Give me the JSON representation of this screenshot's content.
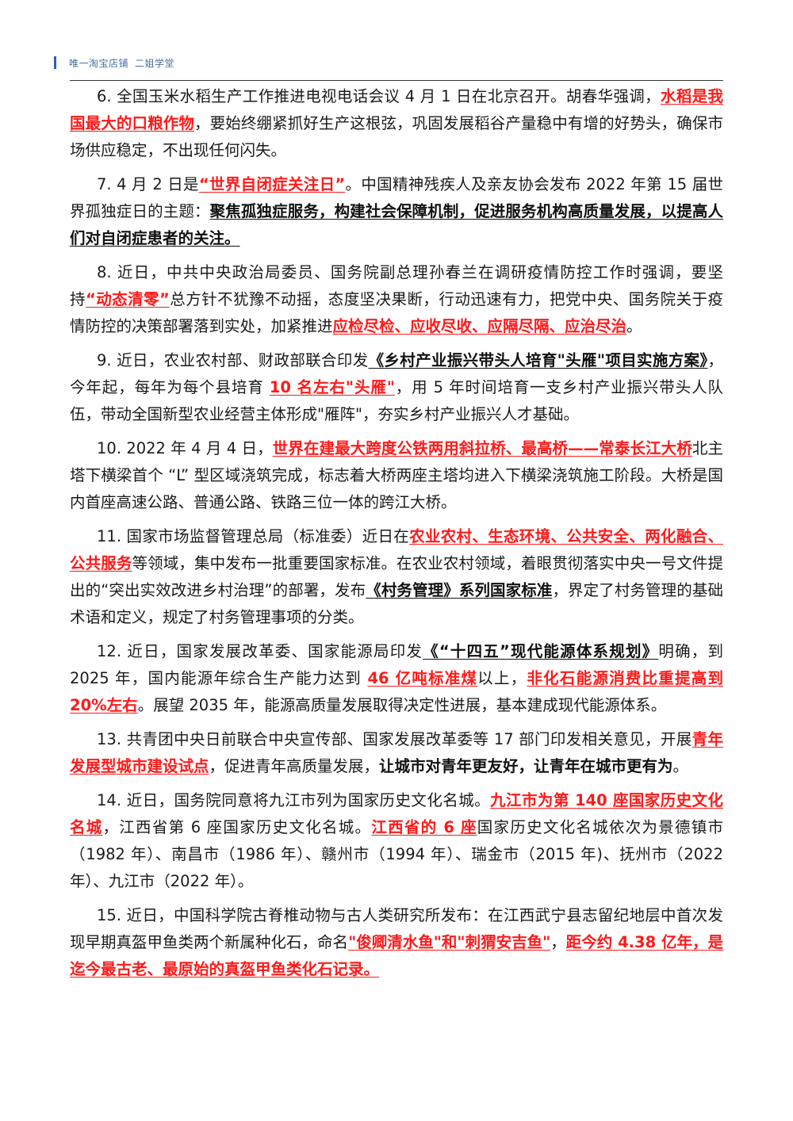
{
  "header": {
    "shop_label": "唯一淘宝店铺",
    "shop_name": "二姐学堂"
  },
  "colors": {
    "accent_red": "#ff1a1a",
    "header_blue": "#2b62b0",
    "text": "#1a1a1a"
  },
  "paragraphs": [
    {
      "runs": [
        {
          "t": "6. 全国玉米水稻生产工作推进电视电话会议 4 月 1 日在北京召开。胡春华强调，",
          "s": "n"
        },
        {
          "t": "水稻是我国最大的口粮作物",
          "s": "r"
        },
        {
          "t": "，要始终绷紧抓好生产这根弦，巩固发展稻谷产量稳中有增的好势头，确保市场供应稳定，不出现任何闪失。",
          "s": "n"
        }
      ]
    },
    {
      "runs": [
        {
          "t": "7. 4 月 2 日是",
          "s": "n"
        },
        {
          "t": "“世界自闭症关注日”",
          "s": "r"
        },
        {
          "t": "。中国精神残疾人及亲友协会发布 2022 年第 15 届世界孤独症日的主题：",
          "s": "n"
        },
        {
          "t": "聚焦孤独症服务，构建社会保障机制，促进服务机构高质量发展，以提高人们对自闭症患者的关注。",
          "s": "b"
        }
      ]
    },
    {
      "runs": [
        {
          "t": "8. 近日，中共中央政治局委员、国务院副总理孙春兰在调研疫情防控工作时强调，要坚持",
          "s": "n"
        },
        {
          "t": "“动态清零”",
          "s": "r"
        },
        {
          "t": "总方针不犹豫不动摇，态度坚决果断，行动迅速有力，把党中央、国务院关于疫情防控的决策部署落到实处，加紧推进",
          "s": "n"
        },
        {
          "t": "应检尽检、应收尽收、应隔尽隔、应治尽治",
          "s": "r"
        },
        {
          "t": "。",
          "s": "n"
        }
      ]
    },
    {
      "runs": [
        {
          "t": "9. 近日，农业农村部、财政部联合印发",
          "s": "n"
        },
        {
          "t": "《乡村产业振兴带头人培育\"头雁\"项目实施方案》",
          "s": "b"
        },
        {
          "t": "，今年起，每年为每个县培育 ",
          "s": "n"
        },
        {
          "t": "10 名左右\"头雁\"",
          "s": "r"
        },
        {
          "t": "，用 5 年时间培育一支乡村产业振兴带头人队伍，带动全国新型农业经营主体形成\"雁阵\"，夯实乡村产业振兴人才基础。",
          "s": "n"
        }
      ]
    },
    {
      "runs": [
        {
          "t": "10. 2022 年 4 月 4 日，",
          "s": "n"
        },
        {
          "t": "世界在建最大跨度公铁两用斜拉桥、最高桥——常泰长江大桥",
          "s": "r"
        },
        {
          "t": "北主塔下横梁首个 “L” 型区域浇筑完成，标志着大桥两座主塔均进入下横梁浇筑施工阶段。大桥是国内首座高速公路、普通公路、铁路三位一体的跨江大桥。",
          "s": "n"
        }
      ]
    },
    {
      "runs": [
        {
          "t": "11. 国家市场监督管理总局（标准委）近日在",
          "s": "n"
        },
        {
          "t": "农业农村、生态环境、公共安全、两化融合、公共服务",
          "s": "r"
        },
        {
          "t": "等领域，集中发布一批重要国家标准。在农业农村领域，着眼贯彻落实中央一号文件提出的“突出实效改进乡村治理”的部署，发布",
          "s": "n"
        },
        {
          "t": "《村务管理》系列国家标准",
          "s": "b"
        },
        {
          "t": "，界定了村务管理的基础术语和定义，规定了村务管理事项的分类。",
          "s": "n"
        }
      ]
    },
    {
      "runs": [
        {
          "t": "12. 近日，国家发展改革委、国家能源局印发",
          "s": "n"
        },
        {
          "t": "《“十四五”现代能源体系规划》",
          "s": "b"
        },
        {
          "t": "明确，到 2025 年，国内能源年综合生产能力达到 ",
          "s": "n"
        },
        {
          "t": "46 亿吨标准煤",
          "s": "r"
        },
        {
          "t": "以上，",
          "s": "n"
        },
        {
          "t": "非化石能源消费比重提高到 20%左右",
          "s": "r"
        },
        {
          "t": "。展望 2035 年，能源高质量发展取得决定性进展，基本建成现代能源体系。",
          "s": "n"
        }
      ]
    },
    {
      "runs": [
        {
          "t": "13. 共青团中央日前联合中央宣传部、国家发展改革委等 17 部门印发相关意见，开展",
          "s": "n"
        },
        {
          "t": "青年发展型城市建设试点",
          "s": "r"
        },
        {
          "t": "，促进青年高质量发展，",
          "s": "n"
        },
        {
          "t": "让城市对青年更友好，让青年在城市更有为",
          "s": "bb"
        },
        {
          "t": "。",
          "s": "n"
        }
      ]
    },
    {
      "runs": [
        {
          "t": "14. 近日，国务院同意将九江市列为国家历史文化名城。",
          "s": "n"
        },
        {
          "t": "九江市为第 140 座国家历史文化名城",
          "s": "r"
        },
        {
          "t": "，江西省第 6 座国家历史文化名城。",
          "s": "n"
        },
        {
          "t": "江西省的 6 座",
          "s": "r"
        },
        {
          "t": "国家历史文化名城依次为景德镇市（1982 年）、南昌市（1986 年）、赣州市（1994 年）、瑞金市（2015 年)、抚州市（2022 年）、九江市（2022 年）。",
          "s": "n"
        }
      ]
    },
    {
      "runs": [
        {
          "t": "15. 近日，中国科学院古脊椎动物与古人类研究所发布：在江西武宁县志留纪地层中首次发现早期真盔甲鱼类两个新属种化石，命名",
          "s": "n"
        },
        {
          "t": "\"俊卿清水鱼\"和\"刺猬安吉鱼\"",
          "s": "r"
        },
        {
          "t": "，",
          "s": "n"
        },
        {
          "t": "距今约 4.38 亿年，是迄今最古老、最原始的真盔甲鱼类化石记录。",
          "s": "r"
        }
      ]
    }
  ]
}
